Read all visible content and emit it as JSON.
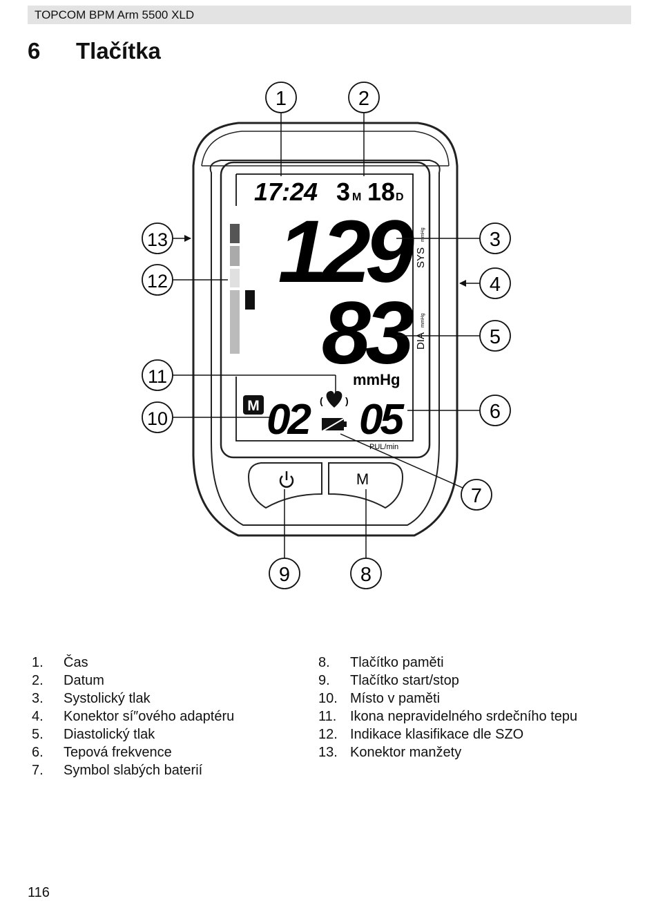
{
  "header": {
    "title": "TOPCOM BPM Arm 5500 XLD"
  },
  "section": {
    "number": "6",
    "title": "Tlačítka"
  },
  "display": {
    "time": "17:24",
    "month": "3",
    "month_unit": "M",
    "day": "18",
    "day_unit": "D",
    "systolic": "129",
    "sys_label": "SYS",
    "sys_unit": "mmHg",
    "diastolic": "83",
    "dia_label": "DIA",
    "dia_unit": "mmHg",
    "mmhg": "mmHg",
    "memory_badge": "M",
    "memory_slot": "02",
    "pulse": "05",
    "pulse_unit": "PUL/min",
    "button_power_icon": "power-icon",
    "button_m_label": "M"
  },
  "callouts": [
    "1",
    "2",
    "3",
    "4",
    "5",
    "6",
    "7",
    "8",
    "9",
    "10",
    "11",
    "12",
    "13"
  ],
  "legend": {
    "left": [
      {
        "n": "1.",
        "text": "Čas"
      },
      {
        "n": "2.",
        "text": "Datum"
      },
      {
        "n": "3.",
        "text": "Systolický tlak"
      },
      {
        "n": "4.",
        "text": "Konektor sí″ového adaptéru"
      },
      {
        "n": "5.",
        "text": "Diastolický tlak"
      },
      {
        "n": "6.",
        "text": "Tepová frekvence"
      },
      {
        "n": "7.",
        "text": "Symbol slabých baterií"
      }
    ],
    "right": [
      {
        "n": "8.",
        "text": "Tlačítko paměti"
      },
      {
        "n": "9.",
        "text": "Tlačítko start/stop"
      },
      {
        "n": "10.",
        "text": "Místo v paměti"
      },
      {
        "n": "11.",
        "text": "Ikona nepravidelného srdečního tepu"
      },
      {
        "n": "12.",
        "text": "Indikace klasifikace dle SZO"
      },
      {
        "n": "13.",
        "text": "Konektor manžety"
      }
    ]
  },
  "page_number": "116"
}
